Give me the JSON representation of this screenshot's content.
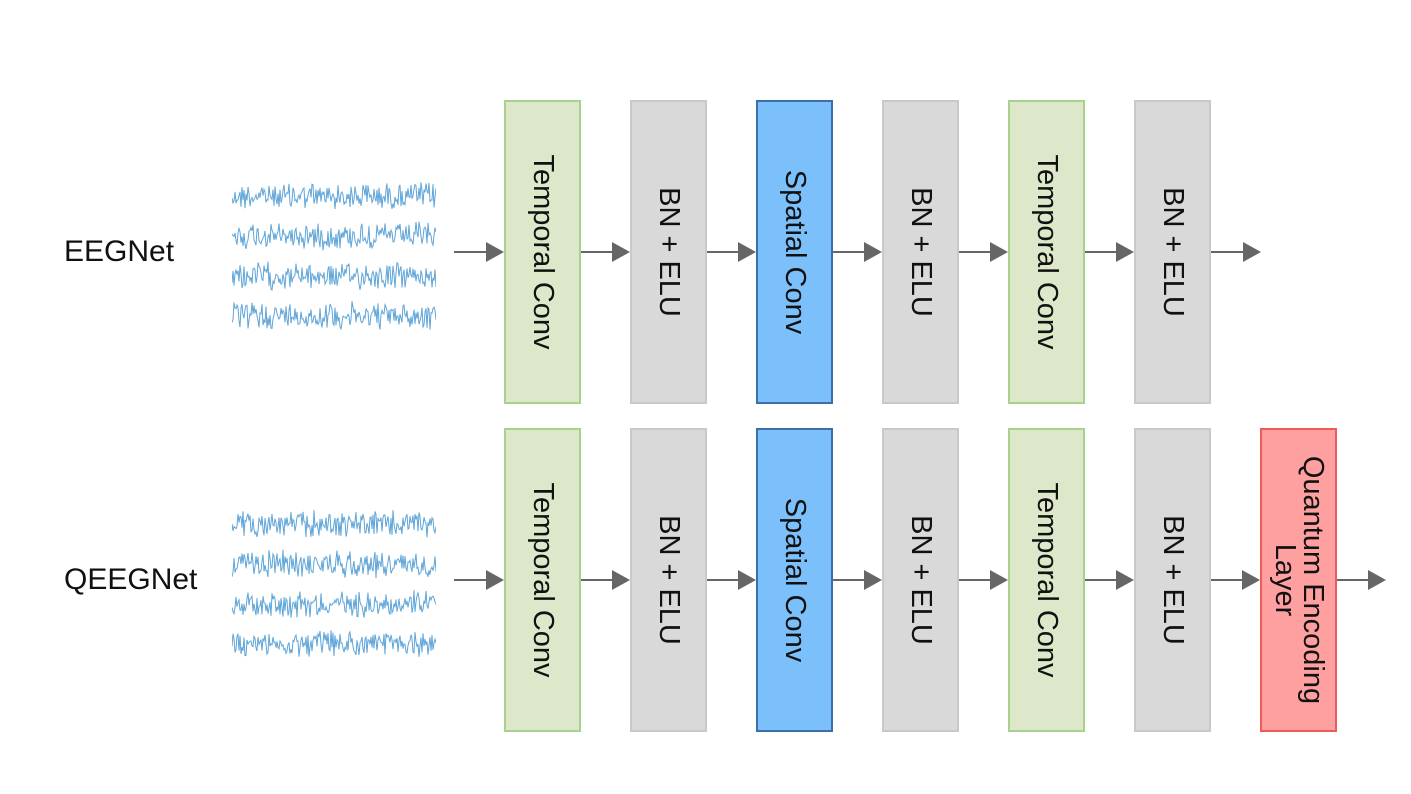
{
  "rows": [
    {
      "label": "EEGNet",
      "blocks": [
        {
          "text": "Temporal Conv",
          "kind": "green"
        },
        {
          "text": "BN + ELU",
          "kind": "gray"
        },
        {
          "text": "Spatial Conv",
          "kind": "blue"
        },
        {
          "text": "BN + ELU",
          "kind": "gray"
        },
        {
          "text": "Temporal Conv",
          "kind": "green"
        },
        {
          "text": "BN + ELU",
          "kind": "gray"
        }
      ]
    },
    {
      "label": "QEEGNet",
      "blocks": [
        {
          "text": "Temporal Conv",
          "kind": "green"
        },
        {
          "text": "BN + ELU",
          "kind": "gray"
        },
        {
          "text": "Spatial Conv",
          "kind": "blue"
        },
        {
          "text": "BN + ELU",
          "kind": "gray"
        },
        {
          "text": "Temporal Conv",
          "kind": "green"
        },
        {
          "text": "BN + ELU",
          "kind": "gray"
        },
        {
          "text": "Quantum Encoding Layer",
          "kind": "red"
        }
      ]
    }
  ],
  "colors": {
    "green_fill": "#dde8ca",
    "gray_fill": "#d9d9d9",
    "blue_fill": "#7cc0fb",
    "red_fill": "#ffa0a0",
    "signal": "#5fa5d9",
    "arrow": "#666666"
  },
  "icons": {
    "signal": "eeg-waveform-icon",
    "arrow": "right-arrow-icon"
  }
}
